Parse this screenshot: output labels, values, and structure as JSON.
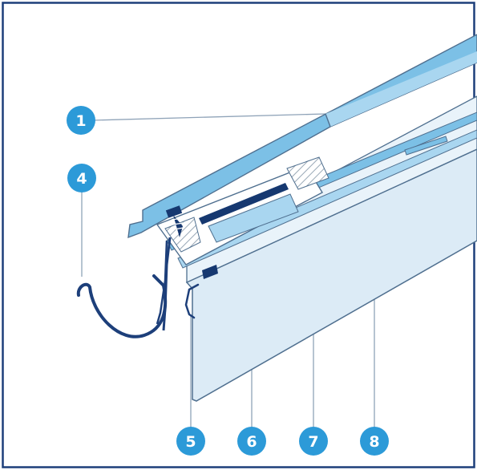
{
  "diagram": {
    "markers": [
      {
        "id": "1",
        "label": "1"
      },
      {
        "id": "4",
        "label": "4"
      },
      {
        "id": "5",
        "label": "5"
      },
      {
        "id": "6",
        "label": "6"
      },
      {
        "id": "7",
        "label": "7"
      },
      {
        "id": "8",
        "label": "8"
      }
    ],
    "colors": {
      "frame": "#1d3f7a",
      "roof_cover": "#7cc0e6",
      "roof_cover_light": "#a9d6f0",
      "panel": "#dcebf6",
      "panel_light": "#e9f3fa",
      "gutter": "#1d3f7a",
      "accent_dark": "#163870",
      "marker_fill": "#2c9ad8",
      "leader_line": "#8fa3b8",
      "outline": "#4f6f8f",
      "hatch": "#9aa9b7"
    }
  }
}
